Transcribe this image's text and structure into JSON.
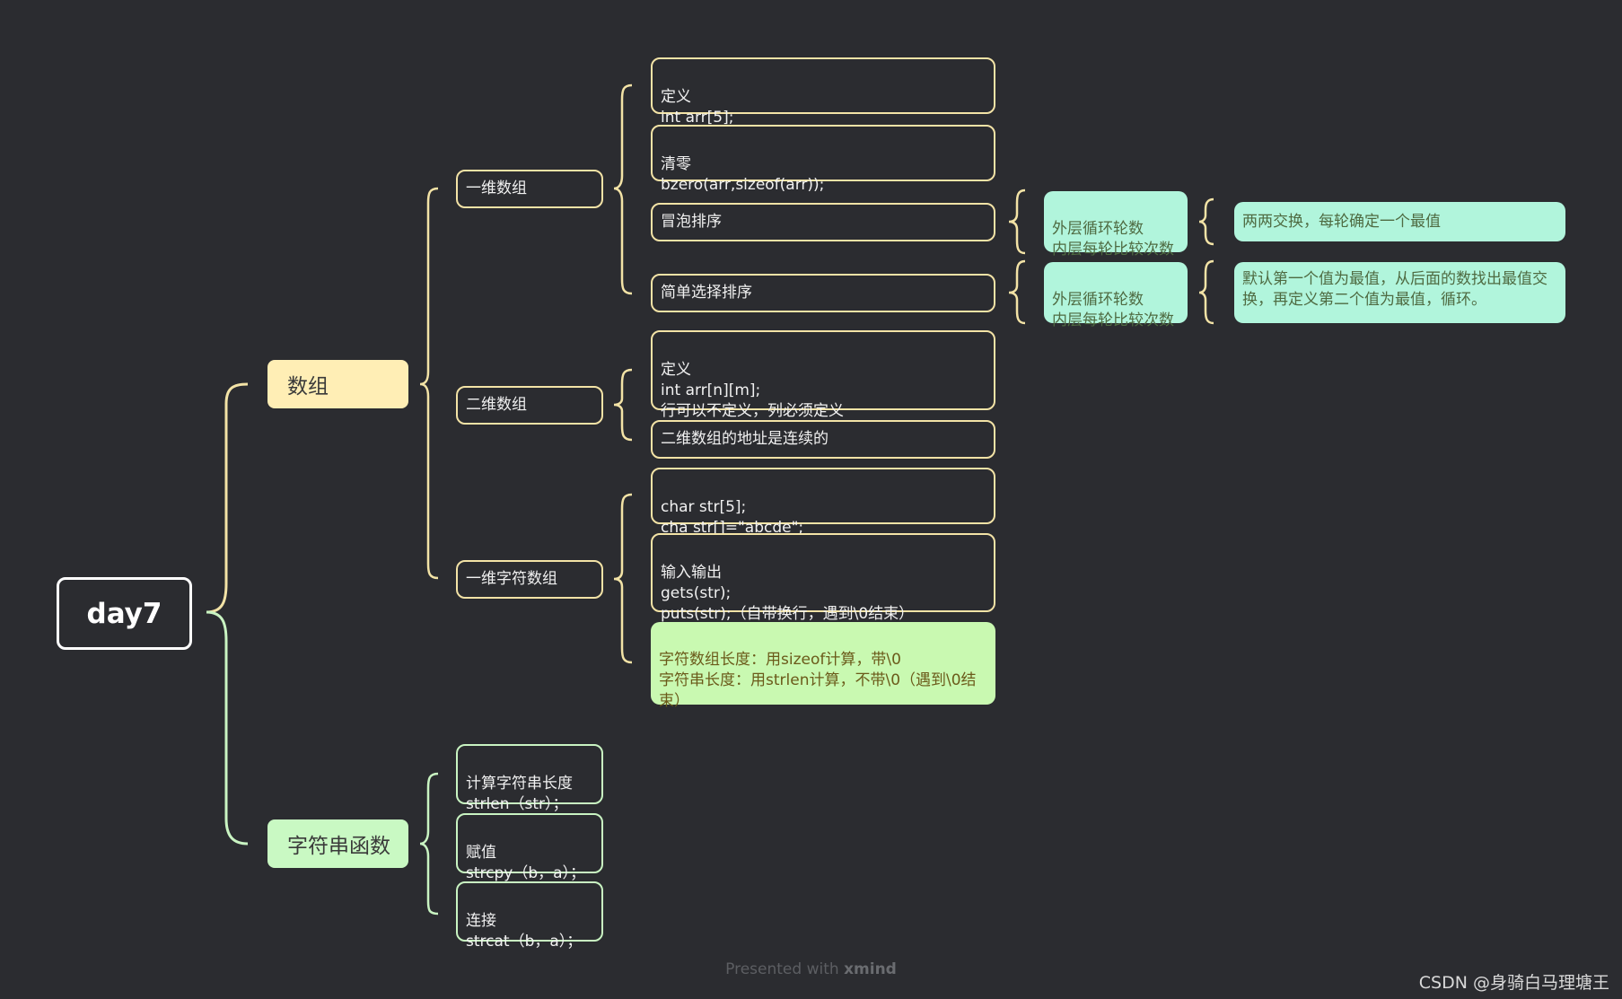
{
  "root": {
    "label": "day7"
  },
  "main_topics": {
    "array": "数组",
    "string_functions": "字符串函数"
  },
  "array_subtopics": {
    "one_dim": "一维数组",
    "two_dim": "二维数组",
    "char_array": "一维字符数组"
  },
  "one_dim_items": {
    "define": "定义\nint arr[5];",
    "zero": "清零\nbzero(arr,sizeof(arr));",
    "bubble": "冒泡排序",
    "selection": "简单选择排序"
  },
  "bubble_details": {
    "loops": "外层循环轮数\n内层每轮比较次数",
    "desc": "两两交换，每轮确定一个最值"
  },
  "selection_details": {
    "loops": "外层循环轮数\n内层每轮比较次数",
    "desc": "默认第一个值为最值，从后面的数找出最值交换，再定义第二个值为最值，循环。"
  },
  "two_dim_items": {
    "define": "定义\nint arr[n][m];\n行可以不定义，列必须定义",
    "address": "二维数组的地址是连续的"
  },
  "char_array_items": {
    "declare": "char str[5];\ncha str[]=\"abcde\";",
    "io": "输入输出\ngets(str);\nputs(str);（自带换行，遇到\\0结束）",
    "length": "字符数组长度：用sizeof计算，带\\0\n字符串长度：用strlen计算，不带\\0（遇到\\0结束）"
  },
  "string_function_items": {
    "strlen": "计算字符串长度\nstrlen（str）；",
    "strcpy": "赋值\nstrcpy（b，a）；",
    "strcat": "连接\nstrcat（b，a）；"
  },
  "footer": {
    "prefix": "Presented with ",
    "brand": "xmind"
  },
  "watermark": "CSDN @身骑白马理塘王",
  "colors": {
    "background": "#2b2c30",
    "yellow_branch": "#f3e3a6",
    "green_branch": "#c9f4c2",
    "mint_fill": "#b1f5dc",
    "lime_fill": "#c9f9b1"
  }
}
